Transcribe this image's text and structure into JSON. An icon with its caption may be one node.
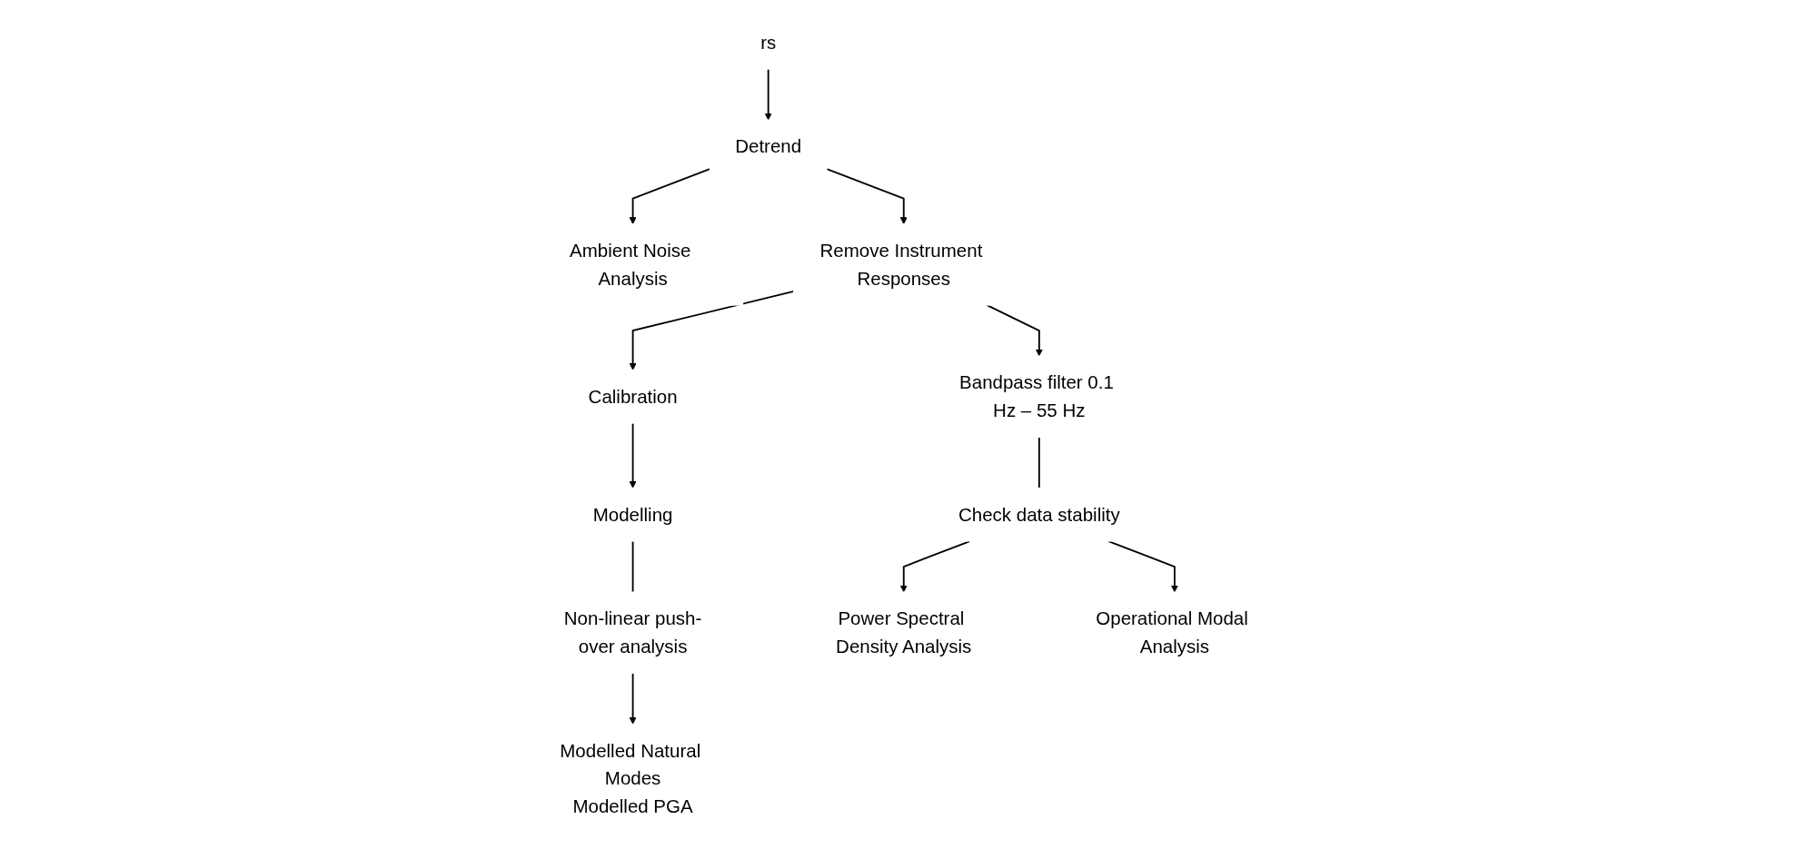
{
  "diagram": {
    "nodes": [
      {
        "text": [
          "rs"
        ]
      },
      {
        "text": [
          "Detrend"
        ]
      },
      {
        "text": [
          "Ambient Noise Analysis"
        ]
      },
      {
        "text": [
          "Remove Instrument Responses"
        ]
      },
      {
        "text": [
          "Calibration"
        ]
      },
      {
        "text": [
          "Modelling"
        ]
      },
      {
        "text": [
          "Bandpass filter 0.1 Hz – 55 Hz"
        ]
      },
      {
        "text": [
          "Non-linear push-over analysis"
        ]
      },
      {
        "text": [
          "Check data stability"
        ]
      },
      {
        "text": [
          "Power Spectral Density Analysis"
        ]
      },
      {
        "text": [
          "Operational Modal Analysis"
        ]
      },
      {
        "text": [
          "Modelled Natural Modes",
          "Modelled PGA"
        ]
      }
    ],
    "edges": [
      {
        "from": 0,
        "to": 1,
        "arrow": "to"
      },
      {
        "from": 1,
        "to": 2,
        "arrow": "to"
      },
      {
        "from": 1,
        "to": 3,
        "arrow": "to"
      },
      {
        "from": 3,
        "to": 6,
        "arrow": "to"
      },
      {
        "from": 3,
        "to": 4,
        "arrow": "to"
      },
      {
        "from": 4,
        "to": 5,
        "arrow": "to"
      },
      {
        "from": 5,
        "to": 7,
        "arrow": "none"
      },
      {
        "from": 7,
        "to": 11,
        "arrow": "to"
      },
      {
        "from": 6,
        "to": 8,
        "arrow": "none"
      },
      {
        "from": 8,
        "to": 9,
        "arrow": "to"
      },
      {
        "from": 8,
        "to": 10,
        "arrow": "to"
      }
    ]
  }
}
